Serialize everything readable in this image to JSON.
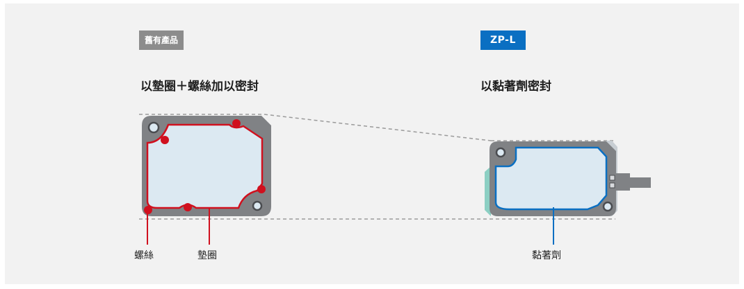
{
  "old_product": {
    "tag": "舊有產品",
    "heading": "以墊圈＋螺絲加以密封",
    "labels": {
      "screw": "螺絲",
      "gasket": "墊圈"
    }
  },
  "new_product": {
    "tag": "ZP-L",
    "heading": "以黏著劑密封",
    "labels": {
      "adhesive": "黏著劑"
    }
  },
  "colors": {
    "panel_bg": "#f2f2f2",
    "housing_gray": "#808285",
    "window_fill": "#dce9f2",
    "gasket_red": "#d0101e",
    "adhesive_blue": "#0a6fc2",
    "old_tag_bg": "#8c8c8c",
    "new_tag_bg": "#0a6fc2"
  }
}
